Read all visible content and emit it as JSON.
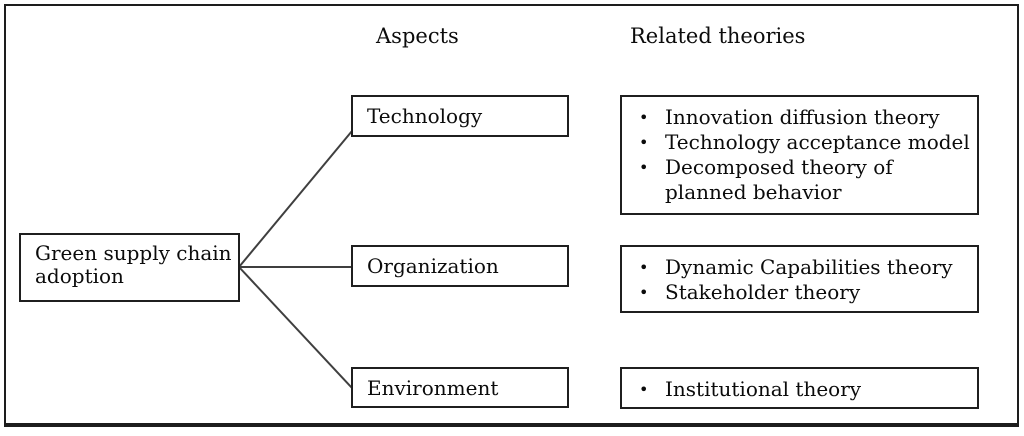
{
  "figure": {
    "headers": {
      "aspects": "Aspects",
      "related_theories": "Related theories"
    },
    "root": {
      "label": "Green supply chain adoption"
    },
    "aspects": [
      {
        "label": "Technology",
        "theories": [
          "Innovation diffusion theory",
          "Technology acceptance model",
          "Decomposed theory of\nplanned behavior"
        ]
      },
      {
        "label": "Organization",
        "theories": [
          "Dynamic Capabilities theory",
          "Stakeholder theory"
        ]
      },
      {
        "label": "Environment",
        "theories": [
          "Institutional theory"
        ]
      }
    ],
    "bullet_glyph": "•",
    "colors": {
      "background": "#ffffff",
      "text": "#0b0b0b",
      "box_border": "#1f1f1f",
      "frame_border": "#1d1d1d",
      "connector_line": "#3f3f3f"
    }
  }
}
